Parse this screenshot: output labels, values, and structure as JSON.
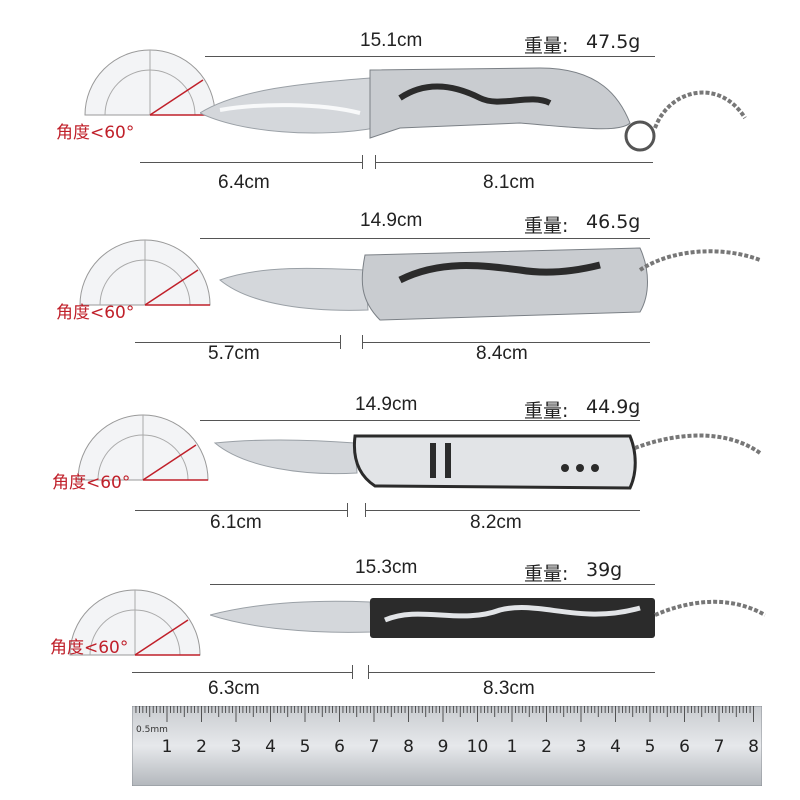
{
  "angle_label": "角度<60°",
  "knives": [
    {
      "total_length": "15.1cm",
      "weight_label": "重量:",
      "weight": "47.5g",
      "blade_length": "6.4cm",
      "handle_length": "8.1cm",
      "handle_style": "dragon"
    },
    {
      "total_length": "14.9cm",
      "weight_label": "重量:",
      "weight": "46.5g",
      "blade_length": "5.7cm",
      "handle_length": "8.4cm",
      "handle_style": "eagle"
    },
    {
      "total_length": "14.9cm",
      "weight_label": "重量:",
      "weight": "44.9g",
      "blade_length": "6.1cm",
      "handle_length": "8.2cm",
      "handle_style": "stripes"
    },
    {
      "total_length": "15.3cm",
      "weight_label": "重量:",
      "weight": "39g",
      "blade_length": "6.3cm",
      "handle_length": "8.3cm",
      "handle_style": "branches"
    }
  ],
  "ruler": {
    "unit_label": "0.5mm",
    "numbers": [
      "1",
      "2",
      "3",
      "4",
      "5",
      "6",
      "7",
      "8",
      "9",
      "10",
      "1",
      "2",
      "3",
      "4",
      "5",
      "6",
      "7",
      "8"
    ]
  },
  "colors": {
    "accent_red": "#c0202a",
    "steel": "#c9ccd0",
    "dark_handle": "#2b2b2b"
  }
}
